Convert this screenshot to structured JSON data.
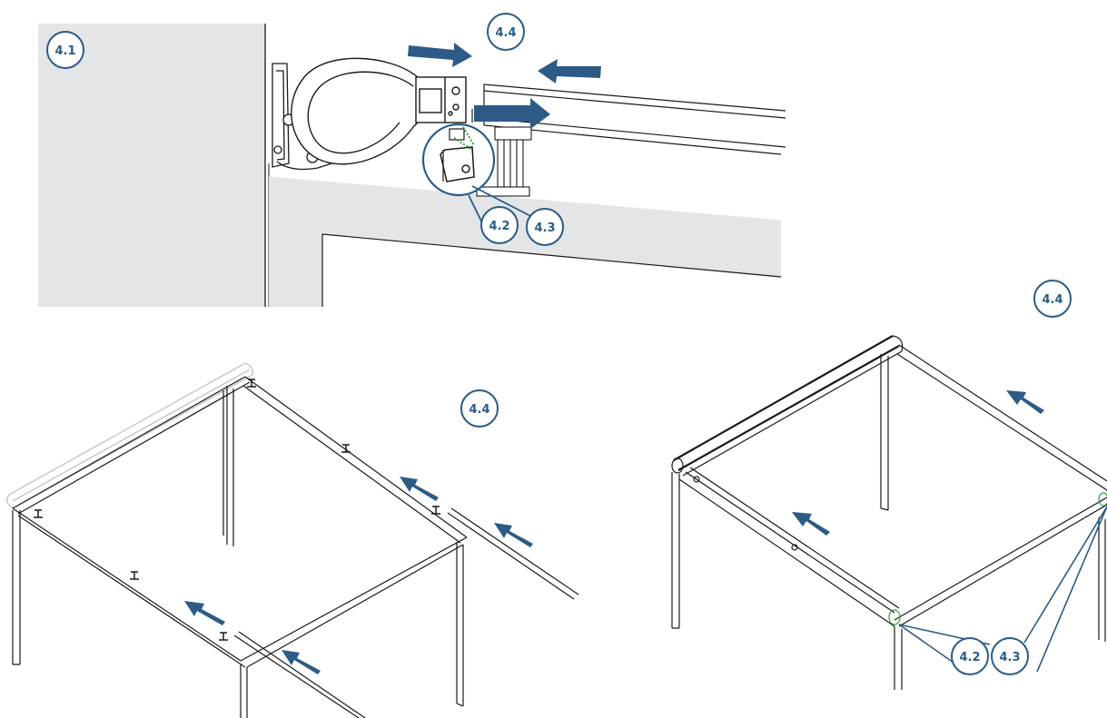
{
  "colors": {
    "accent": "#2b5b86",
    "line": "#1a1a1a",
    "wall": "#e4e5e7",
    "green": "#3aa040"
  },
  "badges": {
    "step_4_1": "4.1",
    "step_4_4_top": "4.4",
    "step_4_2_detail": "4.2",
    "step_4_3_detail": "4.3",
    "step_4_4_right": "4.4",
    "step_4_4_left": "4.4",
    "step_4_2_right": "4.2",
    "step_4_3_right": "4.3"
  },
  "icons": {
    "arrow": "arrow-icon",
    "badge": "step-badge-icon"
  }
}
